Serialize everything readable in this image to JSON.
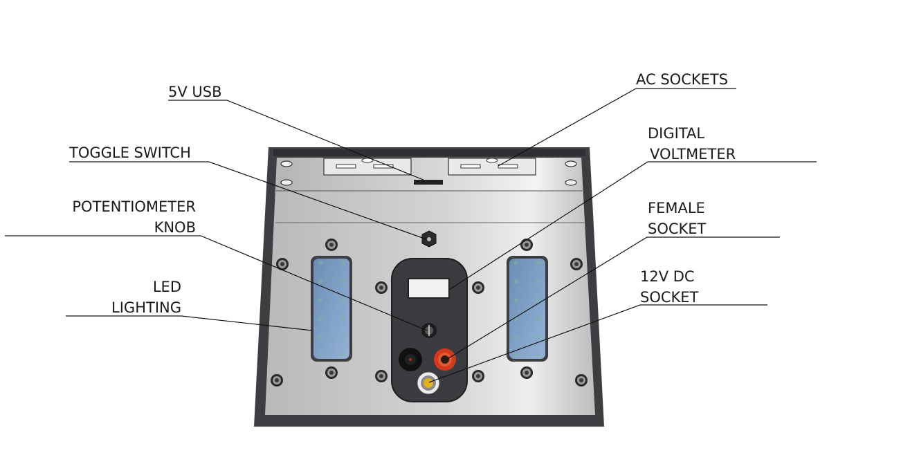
{
  "labels": {
    "usb": "5V USB",
    "ac_sockets": "AC SOCKETS",
    "toggle_switch": "TOGGLE SWITCH",
    "voltmeter_line1": "DIGITAL",
    "voltmeter_line2": "VOLTMETER",
    "pot_line1": "POTENTIOMETER",
    "pot_line2": "KNOB",
    "female_line1": "FEMALE",
    "female_line2": "SOCKET",
    "led_line1": "LED",
    "led_line2": "LIGHTING",
    "dc_line1": "12V DC",
    "dc_line2": "SOCKET"
  },
  "colors": {
    "frame": "#3c3e42",
    "panel": "#c9c9c9",
    "led_panel": "#7d9cc1",
    "control_plate": "#3a3b3f",
    "female_socket": "#d23a1e",
    "dc_socket": "#e3b020"
  }
}
